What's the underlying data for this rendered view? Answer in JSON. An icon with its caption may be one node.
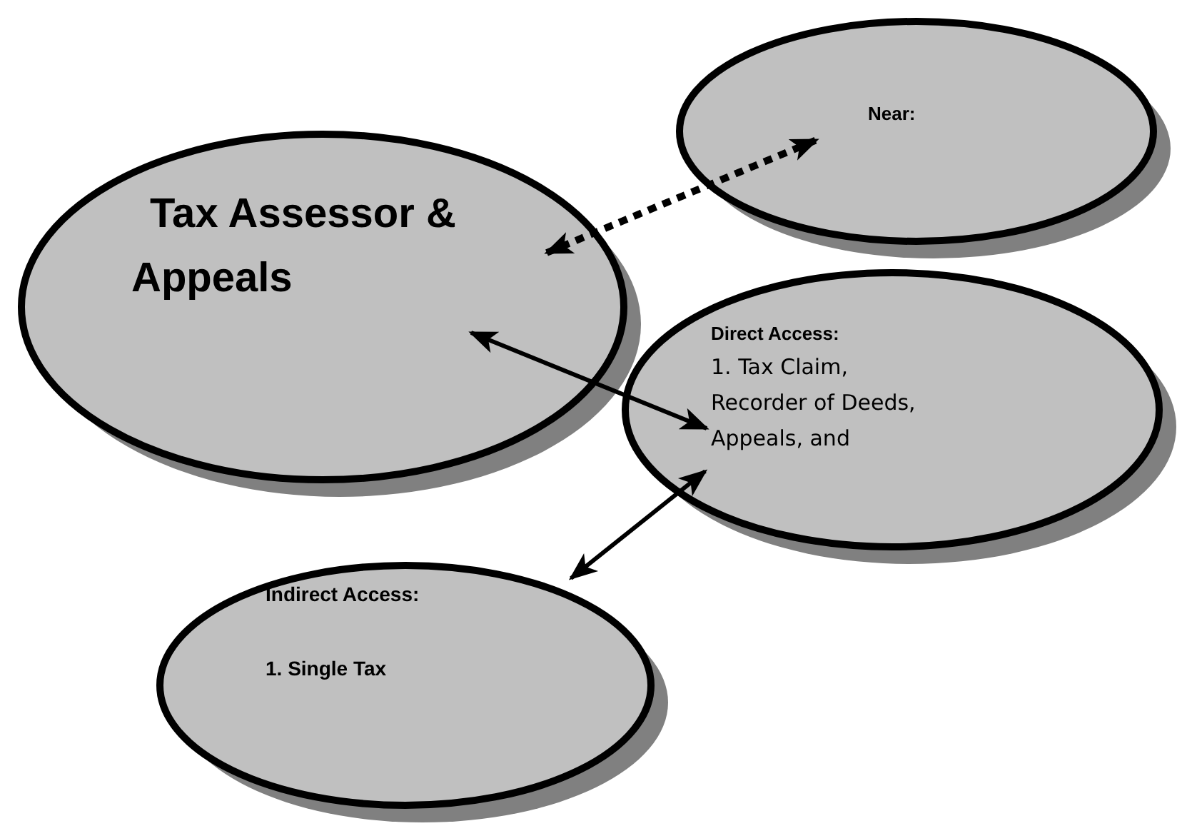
{
  "diagram": {
    "nodes": [
      {
        "text": [
          "Near:"
        ]
      },
      {
        "text": [
          "Tax Assessor & Appeals"
        ]
      },
      {
        "text": [
          "Direct Access:",
          "1. Tax Claim, Recorder of Deeds, Appeals, and"
        ]
      },
      {
        "text": [
          "Indirect Access:",
          "1. Single Tax"
        ]
      }
    ],
    "edges": [
      {
        "from": 1,
        "to": 0,
        "arrow": "both",
        "style": "dashed"
      },
      {
        "from": 1,
        "to": 2,
        "arrow": "both"
      },
      {
        "from": 3,
        "to": 2,
        "arrow": "both"
      }
    ]
  }
}
